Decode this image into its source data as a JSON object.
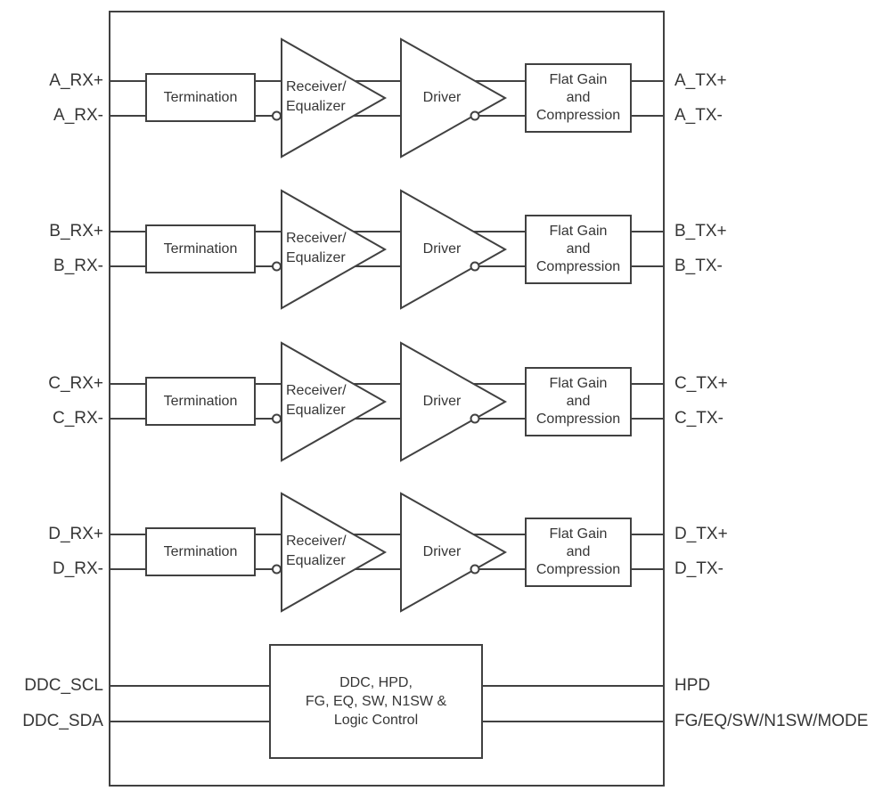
{
  "colors": {
    "line": "#414141",
    "text": "#363636",
    "background": "#ffffff"
  },
  "channels": [
    {
      "id": "A",
      "rx_plus": "A_RX+",
      "rx_minus": "A_RX-",
      "termination": "Termination",
      "receiver_line1": "Receiver/",
      "receiver_line2": "Equalizer",
      "driver": "Driver",
      "flat_gain_line1": "Flat Gain",
      "flat_gain_line2": "and",
      "flat_gain_line3": "Compression",
      "tx_plus": "A_TX+",
      "tx_minus": "A_TX-"
    },
    {
      "id": "B",
      "rx_plus": "B_RX+",
      "rx_minus": "B_RX-",
      "termination": "Termination",
      "receiver_line1": "Receiver/",
      "receiver_line2": "Equalizer",
      "driver": "Driver",
      "flat_gain_line1": "Flat Gain",
      "flat_gain_line2": "and",
      "flat_gain_line3": "Compression",
      "tx_plus": "B_TX+",
      "tx_minus": "B_TX-"
    },
    {
      "id": "C",
      "rx_plus": "C_RX+",
      "rx_minus": "C_RX-",
      "termination": "Termination",
      "receiver_line1": "Receiver/",
      "receiver_line2": "Equalizer",
      "driver": "Driver",
      "flat_gain_line1": "Flat Gain",
      "flat_gain_line2": "and",
      "flat_gain_line3": "Compression",
      "tx_plus": "C_TX+",
      "tx_minus": "C_TX-"
    },
    {
      "id": "D",
      "rx_plus": "D_RX+",
      "rx_minus": "D_RX-",
      "termination": "Termination",
      "receiver_line1": "Receiver/",
      "receiver_line2": "Equalizer",
      "driver": "Driver",
      "flat_gain_line1": "Flat Gain",
      "flat_gain_line2": "and",
      "flat_gain_line3": "Compression",
      "tx_plus": "D_TX+",
      "tx_minus": "D_TX-"
    }
  ],
  "control": {
    "scl_label": "DDC_SCL",
    "sda_label": "DDC_SDA",
    "block_line1": "DDC, HPD,",
    "block_line2": "FG, EQ, SW, N1SW &",
    "block_line3": "Logic Control",
    "hpd_label": "HPD",
    "mode_label": "FG/EQ/SW/N1SW/MODE"
  }
}
